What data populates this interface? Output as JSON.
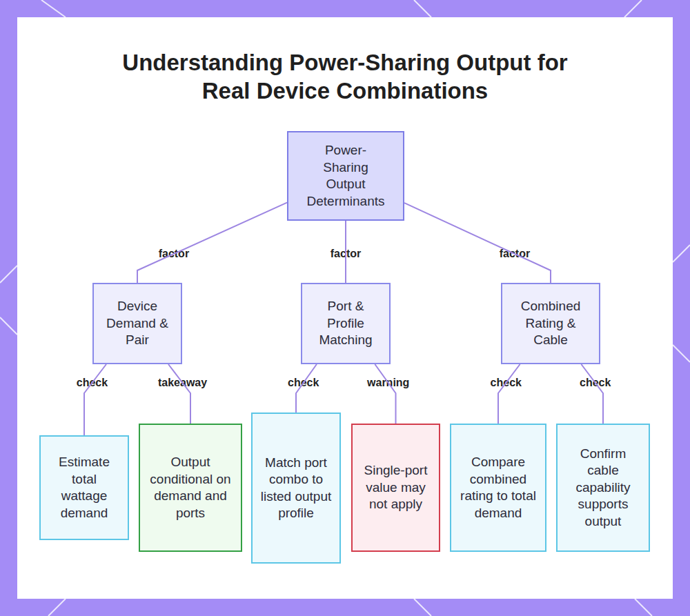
{
  "diagram": {
    "title": "Understanding Power-Sharing Output for Real Device Combinations",
    "nodes": [
      {
        "text": [
          "Power-Sharing Output Determinants"
        ]
      },
      {
        "text": [
          "Device Demand & Pair"
        ]
      },
      {
        "text": [
          "Port & Profile Matching"
        ]
      },
      {
        "text": [
          "Combined Rating & Cable"
        ]
      },
      {
        "text": [
          "Estimate total wattage demand"
        ]
      },
      {
        "text": [
          "Output conditional on demand and ports"
        ]
      },
      {
        "text": [
          "Match port combo to listed output profile"
        ]
      },
      {
        "text": [
          "Single-port value may not apply"
        ]
      },
      {
        "text": [
          "Compare combined rating to total demand"
        ]
      },
      {
        "text": [
          "Confirm cable capability supports output"
        ]
      }
    ],
    "edges": [
      {
        "from": 0,
        "to": 1,
        "label": "factor",
        "arrow": "none"
      },
      {
        "from": 0,
        "to": 2,
        "label": "factor",
        "arrow": "none"
      },
      {
        "from": 0,
        "to": 3,
        "label": "factor",
        "arrow": "none"
      },
      {
        "from": 1,
        "to": 4,
        "label": "check",
        "arrow": "none"
      },
      {
        "from": 1,
        "to": 5,
        "label": "takeaway",
        "arrow": "none"
      },
      {
        "from": 2,
        "to": 6,
        "label": "check",
        "arrow": "none"
      },
      {
        "from": 2,
        "to": 7,
        "label": "warning",
        "arrow": "none"
      },
      {
        "from": 3,
        "to": 8,
        "label": "check",
        "arrow": "none"
      },
      {
        "from": 3,
        "to": 9,
        "label": "check",
        "arrow": "none"
      }
    ]
  }
}
